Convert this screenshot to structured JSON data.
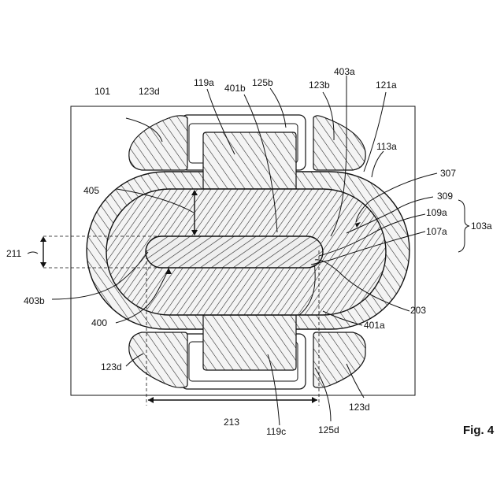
{
  "figure": {
    "caption": "Fig. 4",
    "labels": {
      "l101": "101",
      "l123d_tl": "123d",
      "l119a": "119a",
      "l401b": "401b",
      "l125b": "125b",
      "l123b": "123b",
      "l403a": "403a",
      "l121a": "121a",
      "l113a": "113a",
      "l307": "307",
      "l405": "405",
      "l309": "309",
      "l109a": "109a",
      "l103a": "103a",
      "l107a": "107a",
      "l211": "211",
      "l403b": "403b",
      "l203": "203",
      "l400": "400",
      "l401a": "401a",
      "l123d_bl": "123d",
      "l123d_br": "123d",
      "l213": "213",
      "l119c": "119c",
      "l125d": "125d"
    }
  }
}
